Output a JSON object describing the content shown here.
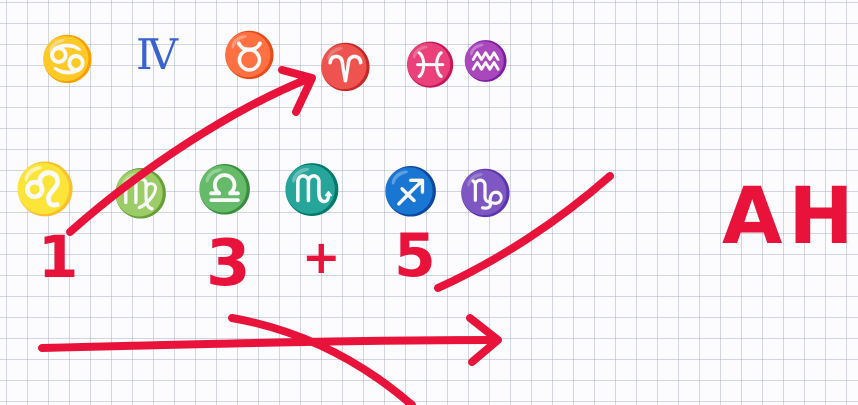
{
  "colors": {
    "ink_blue": "#3a62d0",
    "ink_red": "#e8123a",
    "paper": "#fcfcfe",
    "grid": "#a0a8be"
  },
  "blue_row_top": [
    "♋",
    "Ⅳ",
    "♉",
    "♈",
    "♓",
    "♒"
  ],
  "blue_row_bottom": [
    "♌",
    "♍",
    "♎",
    "♏",
    "♐",
    "♑"
  ],
  "red_numbers": [
    "1",
    "3",
    "+",
    "5"
  ],
  "red_letters": "AH"
}
